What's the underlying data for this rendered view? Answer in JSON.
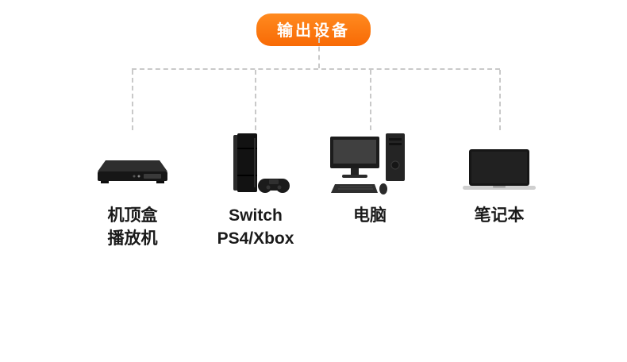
{
  "header": {
    "badge_label": "输出设备"
  },
  "devices": [
    {
      "name": "set-top-box",
      "line1": "机顶盒",
      "line2": "播放机"
    },
    {
      "name": "game-console",
      "line1": "Switch",
      "line2": "PS4/Xbox"
    },
    {
      "name": "desktop-computer",
      "line1": "电脑",
      "line2": ""
    },
    {
      "name": "laptop",
      "line1": "笔记本",
      "line2": ""
    }
  ],
  "colors": {
    "badge_gradient_start": "#ff8a1f",
    "badge_gradient_end": "#f86a05",
    "badge_text": "#ffffff",
    "label_text": "#1a1a1a",
    "connector": "#c9c9c9"
  }
}
